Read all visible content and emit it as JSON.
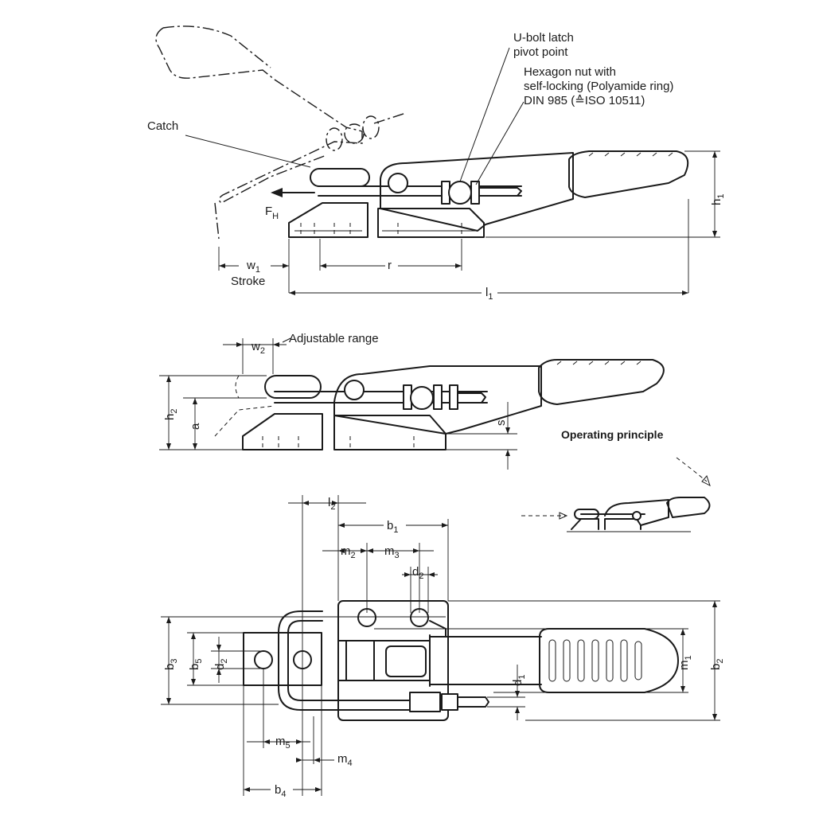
{
  "labels": {
    "catch": "Catch",
    "u_bolt_line1": "U-bolt latch",
    "u_bolt_line2": "pivot point",
    "hex_line1": "Hexagon nut with",
    "hex_line2": "self-locking (Polyamide ring)",
    "hex_line3": "DIN 985 (≙ISO 10511)",
    "force": "F",
    "force_sub": "H",
    "stroke": "Stroke",
    "adjustable_range": "Adjustable range",
    "operating_principle": "Operating principle"
  },
  "dimensions": {
    "w1": {
      "main": "w",
      "sub": "1"
    },
    "r": {
      "main": "r",
      "sub": ""
    },
    "l1": {
      "main": "l",
      "sub": "1"
    },
    "h1": {
      "main": "h",
      "sub": "1"
    },
    "w2": {
      "main": "w",
      "sub": "2"
    },
    "h2": {
      "main": "h",
      "sub": "2"
    },
    "a": {
      "main": "a",
      "sub": ""
    },
    "s": {
      "main": "s",
      "sub": ""
    },
    "l2": {
      "main": "l",
      "sub": "2"
    },
    "b1": {
      "main": "b",
      "sub": "1"
    },
    "m2": {
      "main": "m",
      "sub": "2"
    },
    "m3": {
      "main": "m",
      "sub": "3"
    },
    "d2_top": {
      "main": "d",
      "sub": "2"
    },
    "b3": {
      "main": "b",
      "sub": "3"
    },
    "b5": {
      "main": "b",
      "sub": "5"
    },
    "d2_side": {
      "main": "d",
      "sub": "2"
    },
    "d1": {
      "main": "d",
      "sub": "1"
    },
    "m1": {
      "main": "m",
      "sub": "1"
    },
    "b2": {
      "main": "b",
      "sub": "2"
    },
    "m5": {
      "main": "m",
      "sub": "5"
    },
    "m4": {
      "main": "m",
      "sub": "4"
    },
    "b4": {
      "main": "b",
      "sub": "4"
    }
  }
}
